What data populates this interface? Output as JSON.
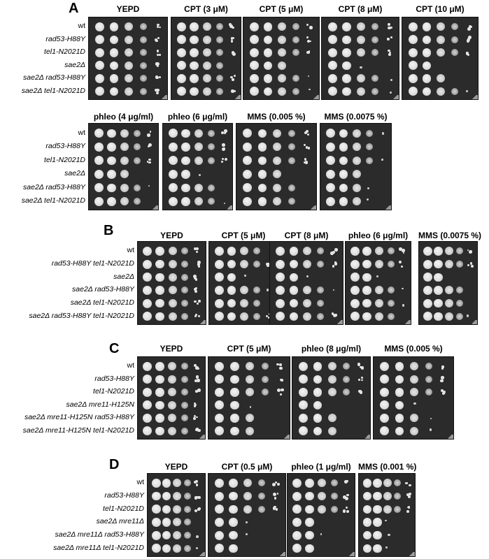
{
  "panels": [
    {
      "letter": "A",
      "groups": [
        {
          "strains": [
            "wt",
            "rad53-H88Y",
            "tel1-N2021D",
            "sae2Δ",
            "sae2Δ rad53-H88Y",
            "sae2Δ tel1-N2021D"
          ],
          "plates": [
            {
              "title": "YEPD",
              "growth": [
                5,
                5,
                5,
                5,
                5,
                5
              ]
            },
            {
              "title": "CPT (3 μM)",
              "growth": [
                5,
                5,
                5,
                4,
                5,
                5
              ]
            },
            {
              "title": "CPT (5 μM)",
              "growth": [
                5,
                5,
                5,
                3,
                4,
                4
              ]
            },
            {
              "title": "CPT (8 μM)",
              "growth": [
                5,
                5,
                5,
                2,
                4,
                4
              ]
            },
            {
              "title": "CPT (10 μM)",
              "growth": [
                5,
                5,
                5,
                2,
                3,
                4
              ]
            }
          ]
        },
        {
          "strains": [
            "wt",
            "rad53-H88Y",
            "tel1-N2021D",
            "sae2Δ",
            "sae2Δ rad53-H88Y",
            "sae2Δ tel1-N2021D"
          ],
          "plates": [
            {
              "title": "phleo (4 μg/ml)",
              "growth": [
                5,
                5,
                5,
                3,
                4,
                4
              ]
            },
            {
              "title": "phleo (6 μg/ml)",
              "growth": [
                5,
                5,
                5,
                2,
                4,
                4
              ]
            },
            {
              "title": "MMS (0.005 %)",
              "growth": [
                5,
                5,
                5,
                3,
                4,
                4
              ]
            },
            {
              "title": "MMS (0.0075 %)",
              "growth": [
                4,
                4,
                4,
                3,
                3,
                3
              ]
            }
          ]
        }
      ]
    },
    {
      "letter": "B",
      "groups": [
        {
          "strains": [
            "wt",
            "rad53-H88Y tel1-N2021D",
            "sae2Δ",
            "sae2Δ rad53-H88Y",
            "sae2Δ tel1-N2021D",
            "sae2Δ rad53-H88Y tel1-N2021D"
          ],
          "plates": [
            {
              "title": "YEPD",
              "growth": [
                5,
                5,
                5,
                5,
                5,
                5
              ]
            },
            {
              "title": "CPT (5 μM)",
              "growth": [
                5,
                5,
                2,
                4,
                4,
                5
              ]
            },
            {
              "title": "CPT (8 μM)",
              "growth": [
                5,
                5,
                2,
                4,
                4,
                5
              ]
            },
            {
              "title": "phleo (6 μg/ml)",
              "growth": [
                5,
                5,
                2,
                4,
                4,
                4
              ]
            },
            {
              "title": "MMS (0.0075 %)",
              "growth": [
                5,
                5,
                2,
                4,
                4,
                4
              ]
            }
          ]
        }
      ]
    },
    {
      "letter": "C",
      "groups": [
        {
          "strains": [
            "wt",
            "rad53-H88Y",
            "tel1-N2021D",
            "sae2Δ mre11-H125N",
            "sae2Δ mre11-H125N rad53-H88Y",
            "sae2Δ mre11-H125N tel1-N2021D"
          ],
          "plates": [
            {
              "title": "YEPD",
              "growth": [
                5,
                5,
                5,
                5,
                5,
                5
              ]
            },
            {
              "title": "CPT (5 μM)",
              "growth": [
                5,
                5,
                5,
                2,
                3,
                3
              ]
            },
            {
              "title": "phleo (8 μg/ml)",
              "growth": [
                5,
                5,
                5,
                2,
                3,
                3
              ]
            },
            {
              "title": "MMS (0.005 %)",
              "growth": [
                5,
                5,
                5,
                2,
                3,
                3
              ]
            }
          ]
        }
      ]
    },
    {
      "letter": "D",
      "groups": [
        {
          "strains": [
            "wt",
            "rad53-H88Y",
            "tel1-N2021D",
            "sae2Δ mre11Δ",
            "sae2Δ mre11Δ rad53-H88Y",
            "sae2Δ mre11Δ tel1-N2021D"
          ],
          "plates": [
            {
              "title": "YEPD",
              "growth": [
                5,
                5,
                5,
                4,
                4,
                4
              ]
            },
            {
              "title": "CPT (0.5 μM)",
              "growth": [
                5,
                5,
                5,
                2,
                2,
                2
              ]
            },
            {
              "title": "phleo (1 μg/ml)",
              "growth": [
                5,
                5,
                5,
                2,
                2,
                2
              ]
            },
            {
              "title": "MMS (0.001 %)",
              "growth": [
                5,
                5,
                5,
                2,
                2,
                2
              ]
            }
          ]
        }
      ]
    }
  ]
}
